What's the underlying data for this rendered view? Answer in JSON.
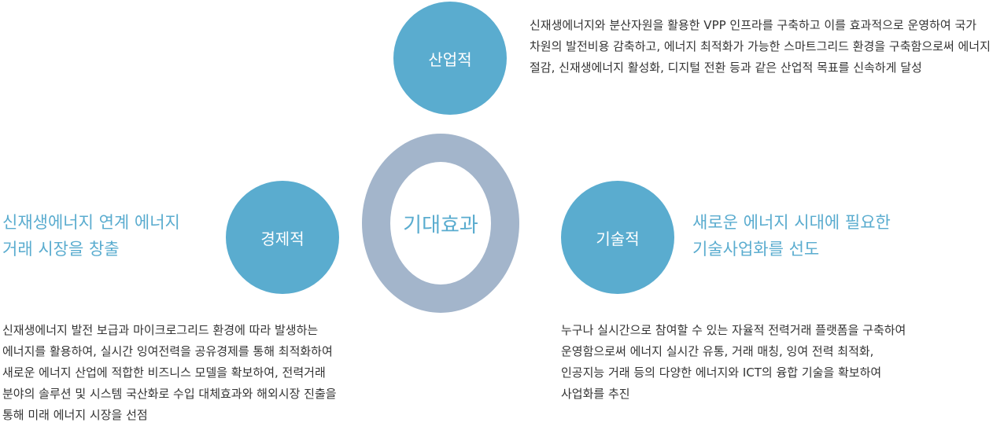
{
  "colors": {
    "node_fill": "#5aaccf",
    "center_ring": "#a3b5cb",
    "headline_text": "#5aaccf",
    "body_text": "#333333"
  },
  "center": {
    "label": "기대효과"
  },
  "industrial": {
    "label": "산업적",
    "description": "신재생에너지와 분산자원을 활용한 VPP 인프라를 구축하고 이를 효과적으로 운영하여 국가 차원의 발전비용 감축하고, 에너지 최적화가 가능한 스마트그리드 환경을 구축함으로써 에너지 절감, 신재생에너지 활성화, 디지털 전환 등과 같은 산업적 목표를 신속하게 달성"
  },
  "economic": {
    "label": "경제적",
    "headline": "신재생에너지 연계 에너지 거래 시장을 창출",
    "description": "신재생에너지 발전 보급과 마이크로그리드 환경에 따라 발생하는 에너지를 활용하여, 실시간 잉여전력을 공유경제를 통해 최적화하여 새로운 에너지 산업에 적합한 비즈니스 모델을 확보하여, 전력거래 분야의 솔루션 및 시스템 국산화로 수입 대체효과와 해외시장 진출을 통해 미래 에너지 시장을 선점"
  },
  "technical": {
    "label": "기술적",
    "headline": "새로운 에너지 시대에 필요한 기술사업화를 선도",
    "description": "누구나 실시간으로 참여할 수 있는 자율적 전력거래 플랫폼을 구축하여 운영함으로써 에너지 실시간 유통, 거래 매칭, 잉여 전력 최적화, 인공지능 거래 등의 다양한 에너지와 ICT의 융합 기술을 확보하여 사업화를 추진"
  }
}
